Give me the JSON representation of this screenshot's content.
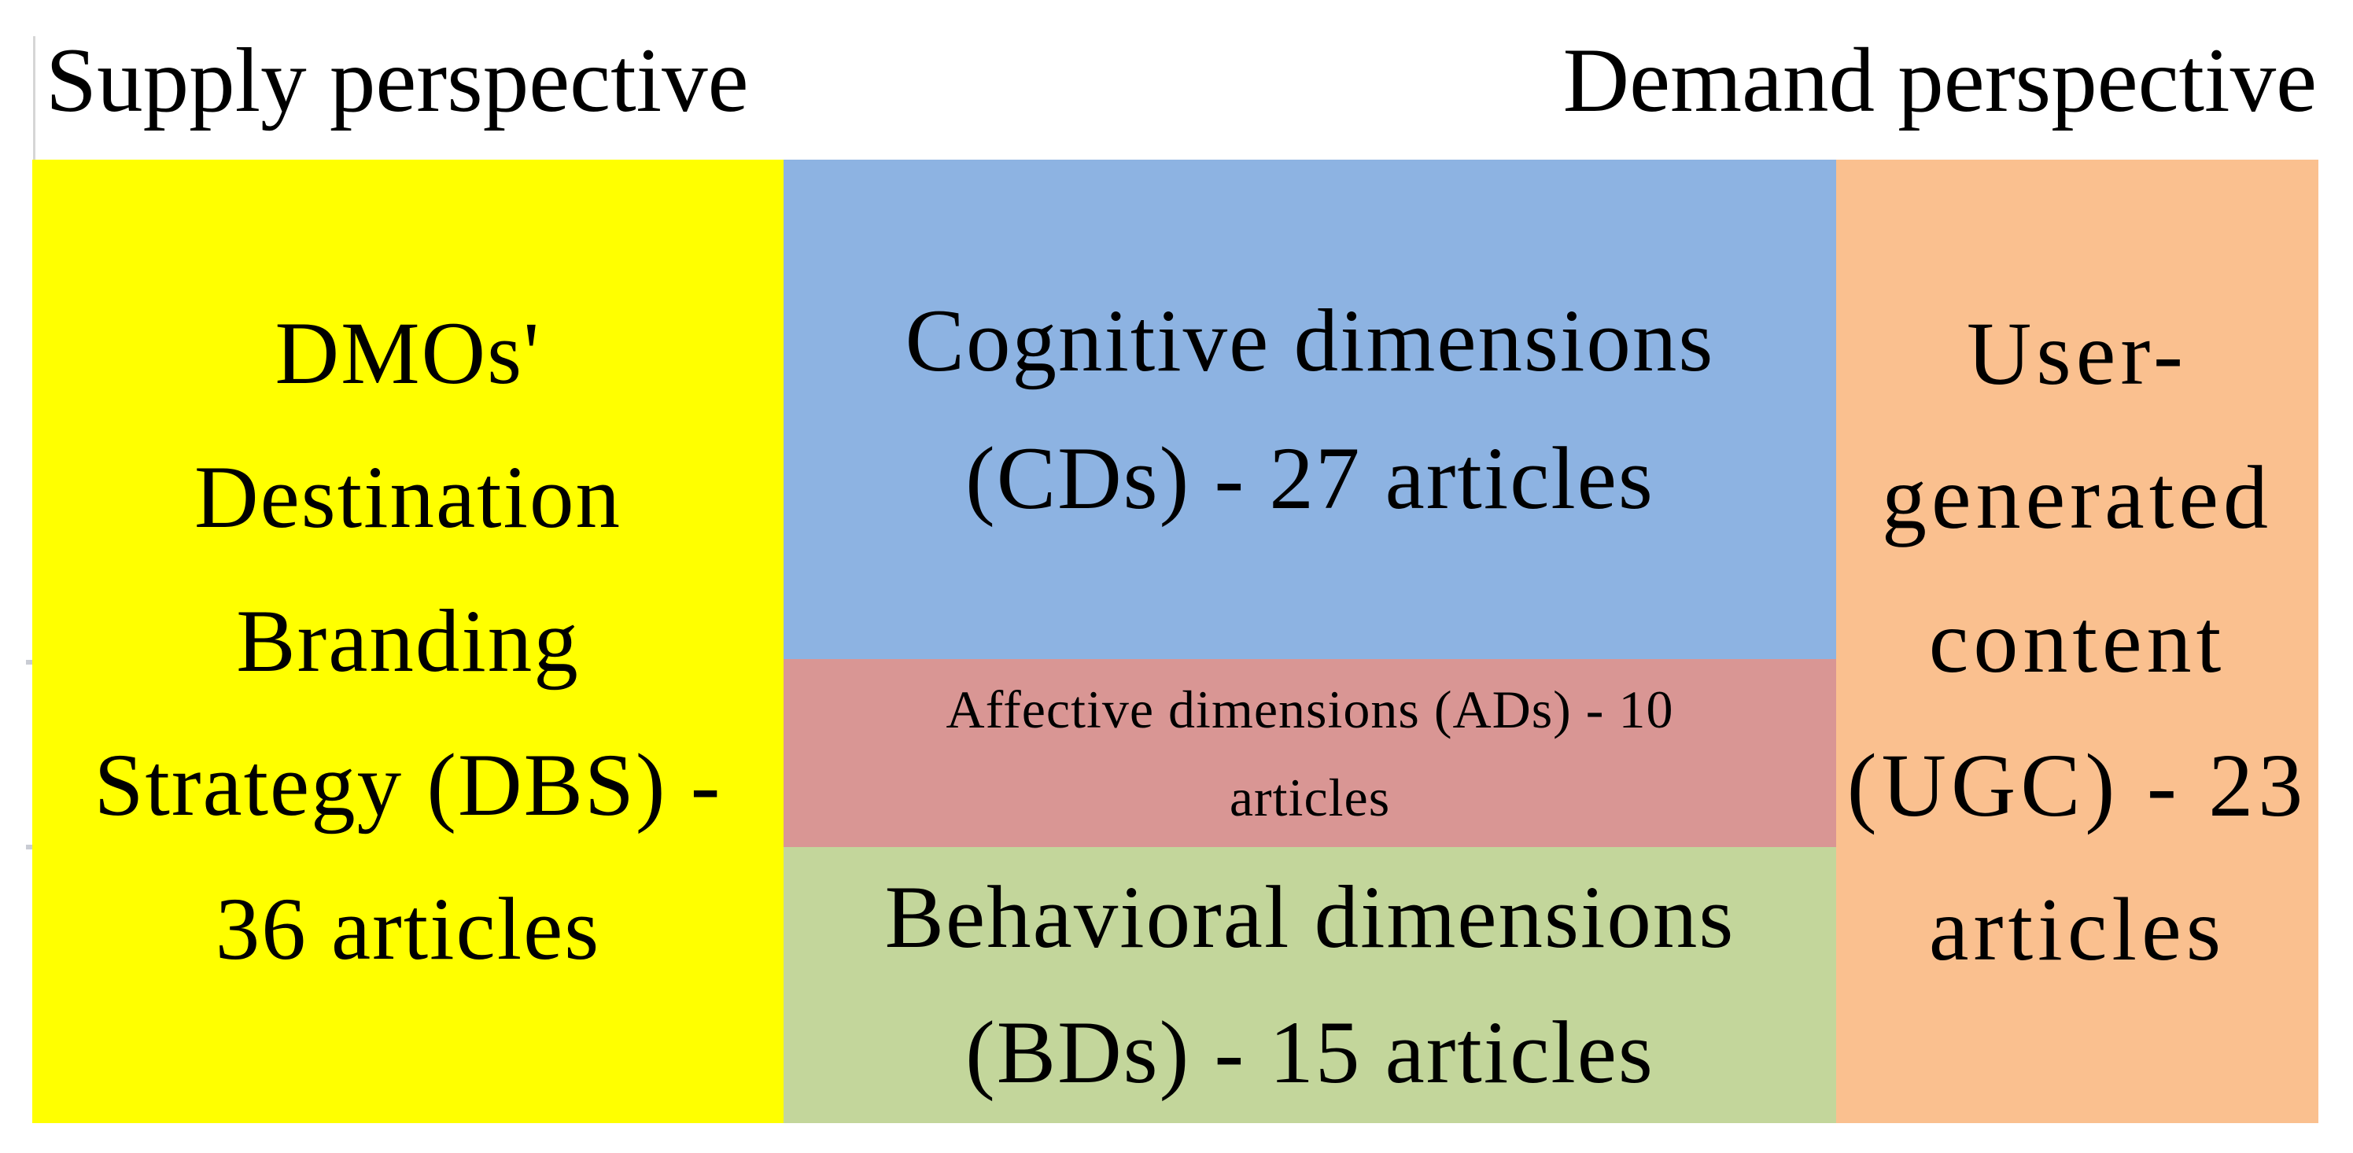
{
  "figure": {
    "header": {
      "left": "Supply perspective",
      "right": "Demand perspective"
    }
  },
  "blocks": {
    "dbs": {
      "label": "DMOs'\nDestination\nBranding\nStrategy (DBS) -\n36 articles",
      "abbreviation": "DBS",
      "articles": 36,
      "perspective": "supply",
      "color": "#FFFF00"
    },
    "cds": {
      "label": "Cognitive dimensions\n(CDs) - 27 articles",
      "abbreviation": "CDs",
      "articles": 27,
      "perspective": "middle",
      "color": "#8DB3E2"
    },
    "ads": {
      "label": "Affective dimensions (ADs) - 10\narticles",
      "abbreviation": "ADs",
      "articles": 10,
      "perspective": "middle",
      "color": "#D99694"
    },
    "bds": {
      "label": "Behavioral dimensions\n(BDs) - 15 articles",
      "abbreviation": "BDs",
      "articles": 15,
      "perspective": "middle",
      "color": "#C3D69B"
    },
    "ugc": {
      "label": "User-\ngenerated\ncontent\n(UGC) - 23\narticles",
      "abbreviation": "UGC",
      "articles": 23,
      "perspective": "demand",
      "color": "#FAC08F"
    }
  }
}
